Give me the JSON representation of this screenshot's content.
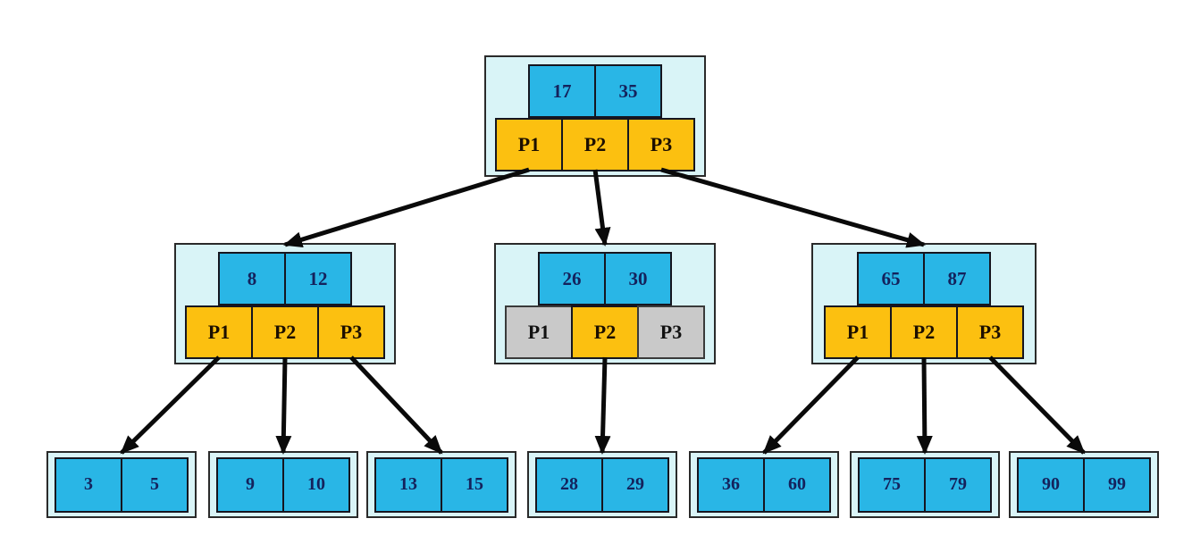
{
  "diagram": {
    "type": "b-plus-tree",
    "colors": {
      "node_background": "#d9f4f7",
      "key_cell_fill": "#29b6e6",
      "pointer_active_fill": "#fcc010",
      "pointer_inactive_fill": "#c9c9c9",
      "arrow_color": "#0a0a0a",
      "key_text_color": "#14225c"
    },
    "pointer_labels": [
      "P1",
      "P2",
      "P3"
    ],
    "root": {
      "keys": [
        "17",
        "35"
      ],
      "pointers_active": [
        true,
        true,
        true
      ]
    },
    "internal": [
      {
        "keys": [
          "8",
          "12"
        ],
        "pointers_active": [
          true,
          true,
          true
        ]
      },
      {
        "keys": [
          "26",
          "30"
        ],
        "pointers_active": [
          false,
          true,
          false
        ]
      },
      {
        "keys": [
          "65",
          "87"
        ],
        "pointers_active": [
          true,
          true,
          true
        ]
      }
    ],
    "leaves": [
      {
        "keys": [
          "3",
          "5"
        ]
      },
      {
        "keys": [
          "9",
          "10"
        ]
      },
      {
        "keys": [
          "13",
          "15"
        ]
      },
      {
        "keys": [
          "28",
          "29"
        ]
      },
      {
        "keys": [
          "36",
          "60"
        ]
      },
      {
        "keys": [
          "75",
          "79"
        ]
      },
      {
        "keys": [
          "90",
          "99"
        ]
      }
    ],
    "edges": [
      {
        "from": "root.P1",
        "to": "internal.0"
      },
      {
        "from": "root.P2",
        "to": "internal.1"
      },
      {
        "from": "root.P3",
        "to": "internal.2"
      },
      {
        "from": "internal.0.P1",
        "to": "leaf.0"
      },
      {
        "from": "internal.0.P2",
        "to": "leaf.1"
      },
      {
        "from": "internal.0.P3",
        "to": "leaf.2"
      },
      {
        "from": "internal.1.P2",
        "to": "leaf.3"
      },
      {
        "from": "internal.2.P1",
        "to": "leaf.4"
      },
      {
        "from": "internal.2.P2",
        "to": "leaf.5"
      },
      {
        "from": "internal.2.P3",
        "to": "leaf.6"
      }
    ]
  }
}
